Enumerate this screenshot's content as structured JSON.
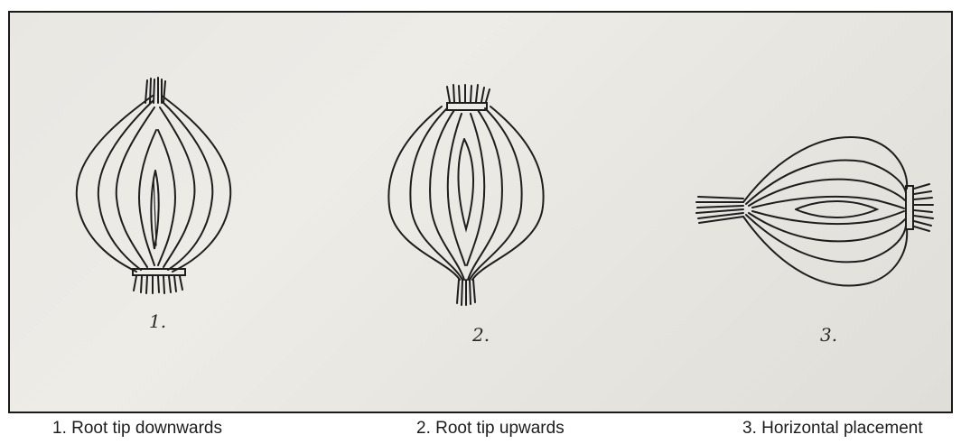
{
  "figure": {
    "items": [
      {
        "numeral": "1.",
        "caption": "1. Root tip downwards",
        "orientation": "root-tip-down"
      },
      {
        "numeral": "2.",
        "caption": "2. Root tip upwards",
        "orientation": "root-tip-up"
      },
      {
        "numeral": "3.",
        "caption": "3. Horizontal placement",
        "orientation": "horizontal"
      }
    ],
    "colors": {
      "ink": "#1e1e1e",
      "paper": "#eae8e3",
      "frame": "#1a1a1a"
    }
  }
}
